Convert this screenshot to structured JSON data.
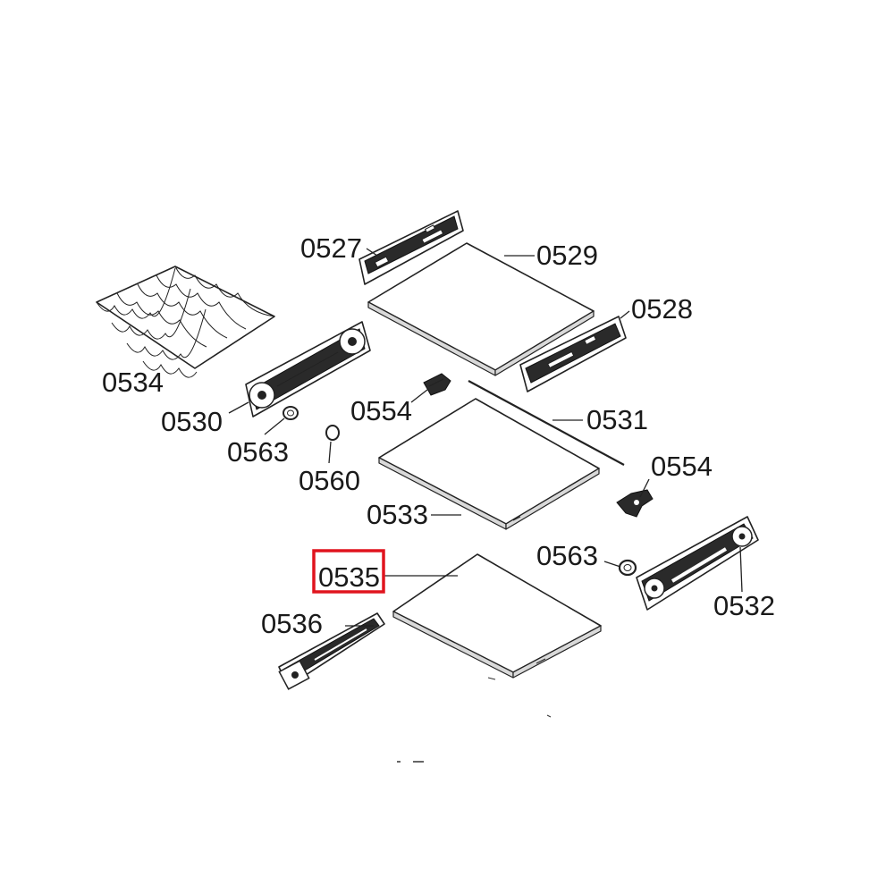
{
  "diagram": {
    "labels": {
      "p0527": "0527",
      "p0529": "0529",
      "p0528": "0528",
      "p0534": "0534",
      "p0530": "0530",
      "p0554a": "0554",
      "p0531": "0531",
      "p0563a": "0563",
      "p0560": "0560",
      "p0554b": "0554",
      "p0533": "0533",
      "p0563b": "0563",
      "p0535": "0535",
      "p0532": "0532",
      "p0536": "0536"
    },
    "highlighted_label": "0535",
    "colors": {
      "highlight": "#e0141e",
      "line": "#222222",
      "background": "#ffffff"
    }
  }
}
